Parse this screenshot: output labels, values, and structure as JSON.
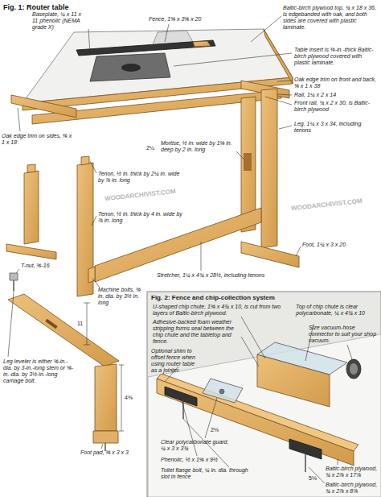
{
  "diagram": {
    "title": "Fig. 1: Router table",
    "labels": [
      "Baseplate, ¼ x 11 x 11 phenolic (NEMA grade X)",
      "Fence, 1⅝ x 3⅝ x 20",
      "Baltic-birch plywood top, ¾ x 18 x 36, is edgebanded with oak, and both sides are covered with plastic laminate.",
      "Table insert is ⅜-in.-thick Baltic-birch plywood covered with plastic laminate.",
      "Oak edge trim on front and back, ⅜ x 1 x 38",
      "Oak edge trim on sides, ⅜ x 1 x 18",
      "Rail, 1¼ x 2 x 14",
      "Front rail, ¾ x 2 x 30, is Baltic-birch plywood",
      "Leg, 1¼ x 3 x 34, including tenons",
      "2¼",
      "Mortise, ½ in. wide by 1⅛ in. deep by 2 in. long",
      "Tenon, ½ in. thick by 2¼ in. wide by ⅞ in. long",
      "Tenon, ½ in. thick by 4 in. wide by ⅞ in. long",
      "T-nut, ⅝-16",
      "Foot, 1¼ x 3 x 20",
      "Stretcher, 1¼ x 4¾ x 28½, including tenons",
      "Machine bolts, ⅜ in. dia. by 3½ in. long",
      "11",
      "Leg leveler is either ⅝-in.-dia. by 3-in.-long stem or ⅝-in.-dia. by 3½-in.-long carriage bolt.",
      "4⅜",
      "Foot pad, ⅝ x 3 x 3",
      "WOODARCHIVIST.COM",
      "WOODARCHIVIST.COM",
      "Fig. 2: Fence and chip-collection system",
      "U-shaped chip chute, 1⅝ x 4¾ x 10, is cut from two layers of Baltic-birch plywood.",
      "Top of chip chute is clear polycarbonate, ¼ x 4¾ x 10",
      "Adhesive-backed foam weather stripping forms seal between the chip chute and the tabletop and fence.",
      "Size vacuum-hose connector to suit your shop vacuum.",
      "Optional shim to offset fence when using router table as a jointer.",
      "2⅛",
      "Clear polycarbonate guard, ¼ x 3 x 3¾",
      "Phenolic, ½ x 1⅝ x 9½",
      "Toilet flange bolt, ¼ in. dia. through slot in fence",
      "5⅛",
      "Baltic-birch plywood, ¾ x 2⅞ x 17⅞",
      "Baltic-birch plywood, ¾ x 2⅞ x 8⅞"
    ]
  }
}
